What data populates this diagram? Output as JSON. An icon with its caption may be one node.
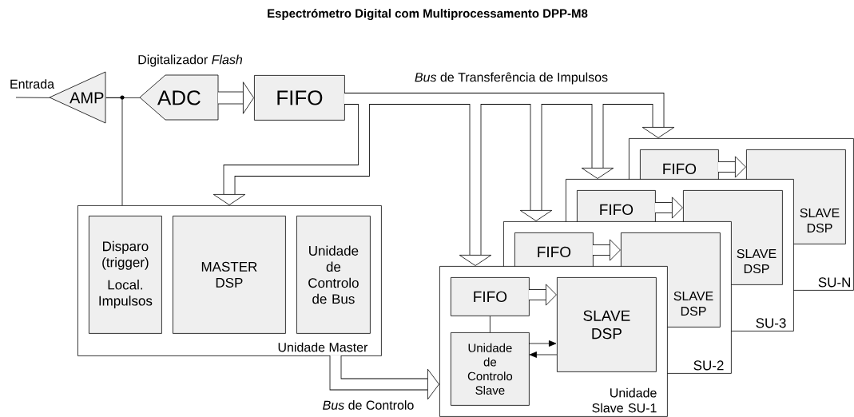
{
  "diagram": {
    "title": "Espectrómetro Digital com Multiprocessamento DPP-M8",
    "nodes": [
      {
        "text": [
          "AMP"
        ]
      },
      {
        "text": [
          "ADC"
        ],
        "beside": [
          "Digitalizador *Flash*"
        ]
      },
      {
        "text": [
          "FIFO"
        ]
      },
      {
        "text": [
          "Unidade Master"
        ]
      },
      {
        "text": [
          "Disparo (trigger)",
          "Local. Impulsos"
        ],
        "in": 3
      },
      {
        "text": [
          "MASTER DSP"
        ],
        "in": 3
      },
      {
        "text": [
          "Unidade de Controlo de Bus"
        ],
        "in": 3
      },
      {
        "text": [
          "Unidade Slave SU-1"
        ]
      },
      {
        "text": [
          "FIFO"
        ],
        "in": 7
      },
      {
        "text": [
          "SLAVE DSP"
        ]
      },
      {
        "text": [
          "Unidade de Controlo Slave"
        ],
        "in": 7
      },
      {
        "text": [
          "SU-2"
        ]
      },
      {
        "text": [
          "FIFO"
        ],
        "in": 11
      },
      {
        "text": [
          "SLAVE DSP"
        ]
      },
      {
        "text": [
          "SU-3"
        ]
      },
      {
        "text": [
          "FIFO"
        ],
        "in": 14
      },
      {
        "text": [
          "SLAVE DSP"
        ]
      },
      {
        "text": [
          "SU-N"
        ]
      },
      {
        "text": [
          "FIFO"
        ],
        "in": 17
      },
      {
        "text": [
          "SLAVE DSP"
        ],
        "in": 17
      }
    ],
    "edges": [
      {
        "from": null,
        "to": 0,
        "arrow": "none",
        "label": "Entrada"
      },
      {
        "from": 0,
        "to": 1,
        "arrow": "none"
      },
      {
        "from": 0,
        "to": 3,
        "arrow": "none"
      },
      {
        "from": 1,
        "to": 2,
        "arrow": "to"
      },
      {
        "from": 2,
        "to": 3,
        "arrow": "to"
      },
      {
        "from": 2,
        "to": 7,
        "arrow": "to"
      },
      {
        "from": 2,
        "to": 11,
        "arrow": "to"
      },
      {
        "from": 2,
        "to": 14,
        "arrow": "to"
      },
      {
        "from": 2,
        "to": 17,
        "arrow": "to",
        "label": "*Bus* de Transferência de Impulsos"
      },
      {
        "from": 8,
        "to": 9,
        "arrow": "to"
      },
      {
        "from": 12,
        "to": 13,
        "arrow": "to"
      },
      {
        "from": 15,
        "to": 16,
        "arrow": "to"
      },
      {
        "from": 18,
        "to": 19,
        "arrow": "to"
      },
      {
        "from": 8,
        "to": 10,
        "arrow": "none"
      },
      {
        "from": 10,
        "to": 9,
        "arrow": "to"
      },
      {
        "from": 9,
        "to": 10,
        "arrow": "to"
      },
      {
        "from": 3,
        "to": 7,
        "arrow": "to",
        "label": "*Bus* de Controlo"
      }
    ]
  }
}
